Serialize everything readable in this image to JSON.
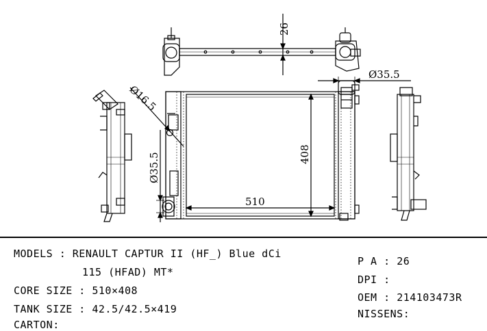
{
  "dimensions": {
    "top_height": "26",
    "inlet_dia_top": "Ø35.5",
    "filler_dia": "Ø16.5",
    "outlet_dia": "Ø35.5",
    "core_height": "408",
    "core_width": "510"
  },
  "specs": {
    "models_label": "MODELS",
    "models_value": "RENAULT CAPTUR II (HF_) Blue dCi",
    "models_value_2": "115 (HFAD) MT*",
    "core_size_label": "CORE SIZE",
    "core_size_value": "510×408",
    "tank_size_label": "TANK SIZE",
    "tank_size_value": "42.5/42.5×419",
    "carton_label": "CARTON",
    "pa_label": "P A",
    "pa_value": "26",
    "dpi_label": "DPI",
    "dpi_value": "",
    "oem_label": "OEM",
    "oem_value": "214103473R",
    "nissens_label": "NISSENS",
    "nissens_value": ""
  }
}
